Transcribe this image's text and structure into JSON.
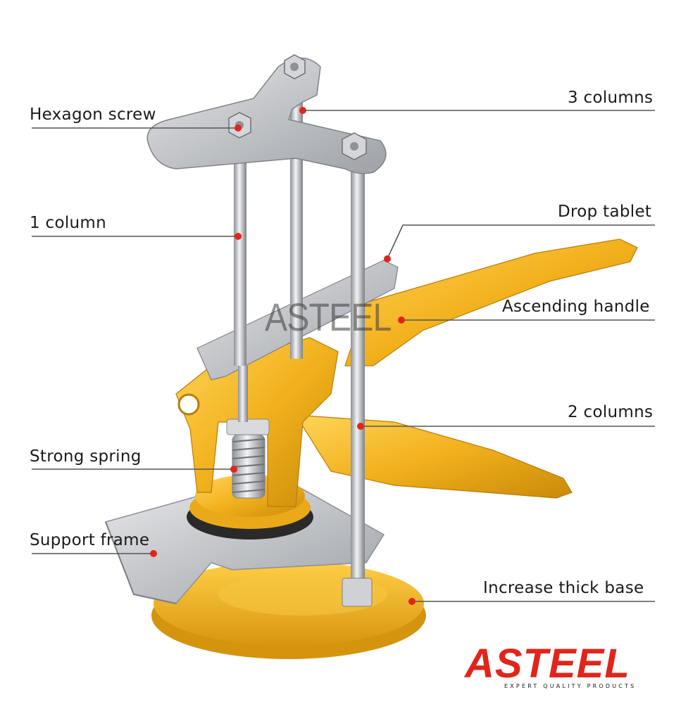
{
  "labels": {
    "hexagon_screw": "Hexagon screw",
    "three_columns": "3 columns",
    "one_column": "1 column",
    "drop_tablet": "Drop tablet",
    "ascending_handle": "Ascending handle",
    "two_columns": "2 columns",
    "strong_spring": "Strong spring",
    "support_frame": "Support frame",
    "increase_thick_base": "Increase thick base"
  },
  "watermark": "ASTEEL",
  "logo": {
    "brand": "ASTEEL",
    "tagline": "EXPERT QUALITY PRODUCTS"
  },
  "colors": {
    "accent_red": "#e1251b",
    "tool_yellow": "#f2b11c",
    "steel": "#c7c9cc",
    "leader_line": "#555555"
  }
}
